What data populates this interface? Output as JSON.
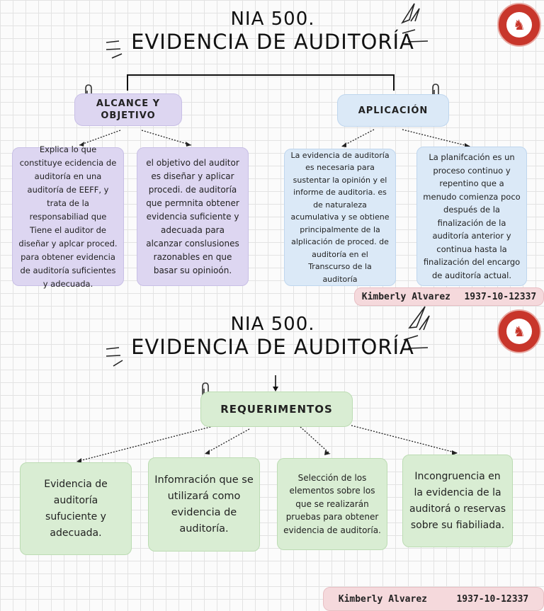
{
  "top": {
    "title_line1": "NIA 500.",
    "title_line2": "EVIDENCIA DE AUDITORÍA",
    "branch_left": "ALCANCE Y OBJETIVO",
    "branch_right": "APLICACIÓN",
    "cards": [
      "Explica lo que constituye ecidencia de auditoría en una auditoría de EEFF, y trata de la responsabiliad que Tiene el auditor de diseñar y aplcar proced. para obtener evidencia de auditoría suficientes y adecuada.",
      "el objetivo del auditor es diseñar y aplicar procedi. de auditoría que permnita obtener evidencia suficiente y adecuada para alcanzar conslusiones razonables en que basar su opinioón.",
      "La evidencia de auditoría es necesaria para sustentar la opinión y el informe de auditoria. es de naturaleza acumulativa y se obtiene principalmente de la alplicación de proced. de auditoría en el Transcurso de la auditoría",
      "La planifcación es un proceso continuo y repentino que a menudo comienza poco después de la finalización de la auditoría anterior y continua hasta la finalización del encargo de auditoría actual."
    ],
    "signature_name": "Kimberly Alvarez",
    "signature_id": "1937-10-12337"
  },
  "bottom": {
    "title_line1": "NIA 500.",
    "title_line2": "EVIDENCIA DE AUDITORÍA",
    "branch": "REQUERIMENTOS",
    "cards": [
      "Evidencia de auditoría sufuciente y adecuada.",
      "Infomración que se utilizará como evidencia de auditoría.",
      "Selección de los elementos sobre los que se realizarán pruebas para obtener evidencia de auditoría.",
      "Incongruencia en la evidencia de la auditorá o reservas sobre su fiabiliada."
    ],
    "signature_name": "Kimberly Alvarez",
    "signature_id": "1937-10-12337"
  },
  "colors": {
    "purple": "#ddd6f1",
    "blue": "#dbe9f7",
    "green": "#d9edd3",
    "pink": "#f5d9dc",
    "logo_red": "#c8362b"
  }
}
